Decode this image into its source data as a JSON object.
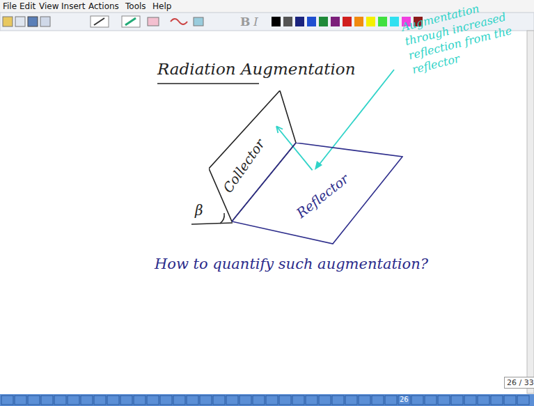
{
  "diagram": {
    "title": "Radiation Augmentation",
    "nodes": [
      {
        "text": [
          "Collector"
        ]
      },
      {
        "text": [
          "Reflector"
        ]
      }
    ],
    "edges": [
      {
        "from": 1,
        "to": 0,
        "arrow": "to"
      }
    ],
    "labels": [
      "File",
      "Edit",
      "View",
      "Insert",
      "Actions",
      "Tools",
      "Help",
      "B",
      "I",
      "β",
      "Augmentation through increased reflection from the reflector",
      "How to quantify such augmentation?",
      "26 / 33",
      "26"
    ]
  }
}
